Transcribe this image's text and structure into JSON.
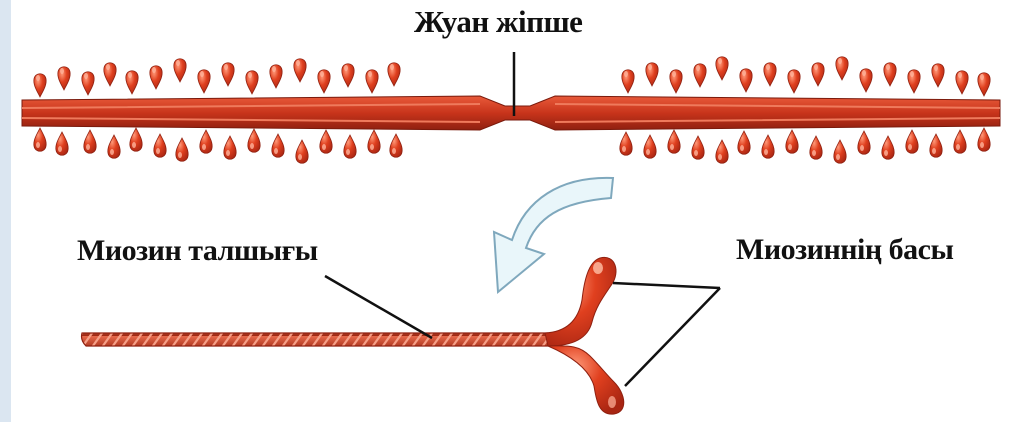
{
  "labels": {
    "thick_filament": "Жуан жіпше",
    "myosin_tail": "Миозин талшығы",
    "myosin_head": "Миозиннің басы"
  },
  "colors": {
    "filament": "#c8341b",
    "filament_dark": "#8f2010",
    "filament_light": "#ee6a48",
    "head": "#e0401f",
    "arrow_fill": "#e9f6fa",
    "arrow_stroke": "#7fa8bd",
    "leader_line": "#111111"
  },
  "icons": [
    "curved-arrow-icon"
  ]
}
